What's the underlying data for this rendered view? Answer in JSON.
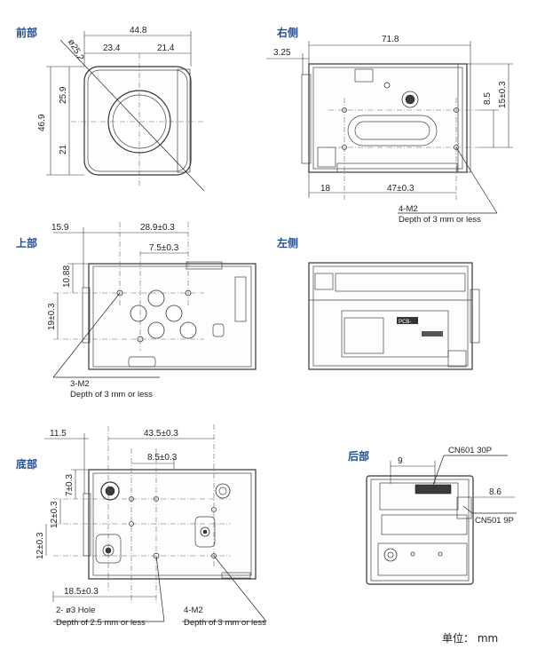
{
  "titles": {
    "front": "前部",
    "right": "右侧",
    "top": "上部",
    "left": "左侧",
    "bottom": "底部",
    "rear": "后部"
  },
  "front": {
    "width": "44.8",
    "left": "23.4",
    "right": "21.4",
    "diameter": "ø25.2",
    "height": "46.9",
    "upper": "25.9",
    "lower": "21"
  },
  "right_side": {
    "length": "71.8",
    "front_offset": "3.25",
    "h1": "8.5",
    "h2": "15±0.3",
    "bottom_left": "18",
    "bottom_span": "47±0.3",
    "note_title": "4-M2",
    "note_depth": "Depth of  3 mm or less"
  },
  "top_view": {
    "left": "15.9",
    "span": "28.9±0.3",
    "sub": "7.5±0.3",
    "h1": "10.88",
    "h2": "19±0.3",
    "note_title": "3-M2",
    "note_depth": "Depth of  3 mm  or less"
  },
  "left_side": {
    "label_code": "PCB-"
  },
  "bottom_view": {
    "left": "11.5",
    "span": "43.5±0.3",
    "sub": "8.5±0.3",
    "v1": "7±0.3",
    "v2": "12±0.3",
    "v3": "12±0.3",
    "bottom": "18.5±0.3",
    "note1_title": "2- ø3 Hole",
    "note1_depth": "Depth of  2.5 mm or less",
    "note2_title": "4-M2",
    "note2_depth": "Depth of  3 mm or less"
  },
  "rear": {
    "width": "9",
    "cn601": "CN601 30P",
    "cn501": "CN501 9P",
    "offset": "8.6"
  },
  "unit_label": "单位：  mm"
}
